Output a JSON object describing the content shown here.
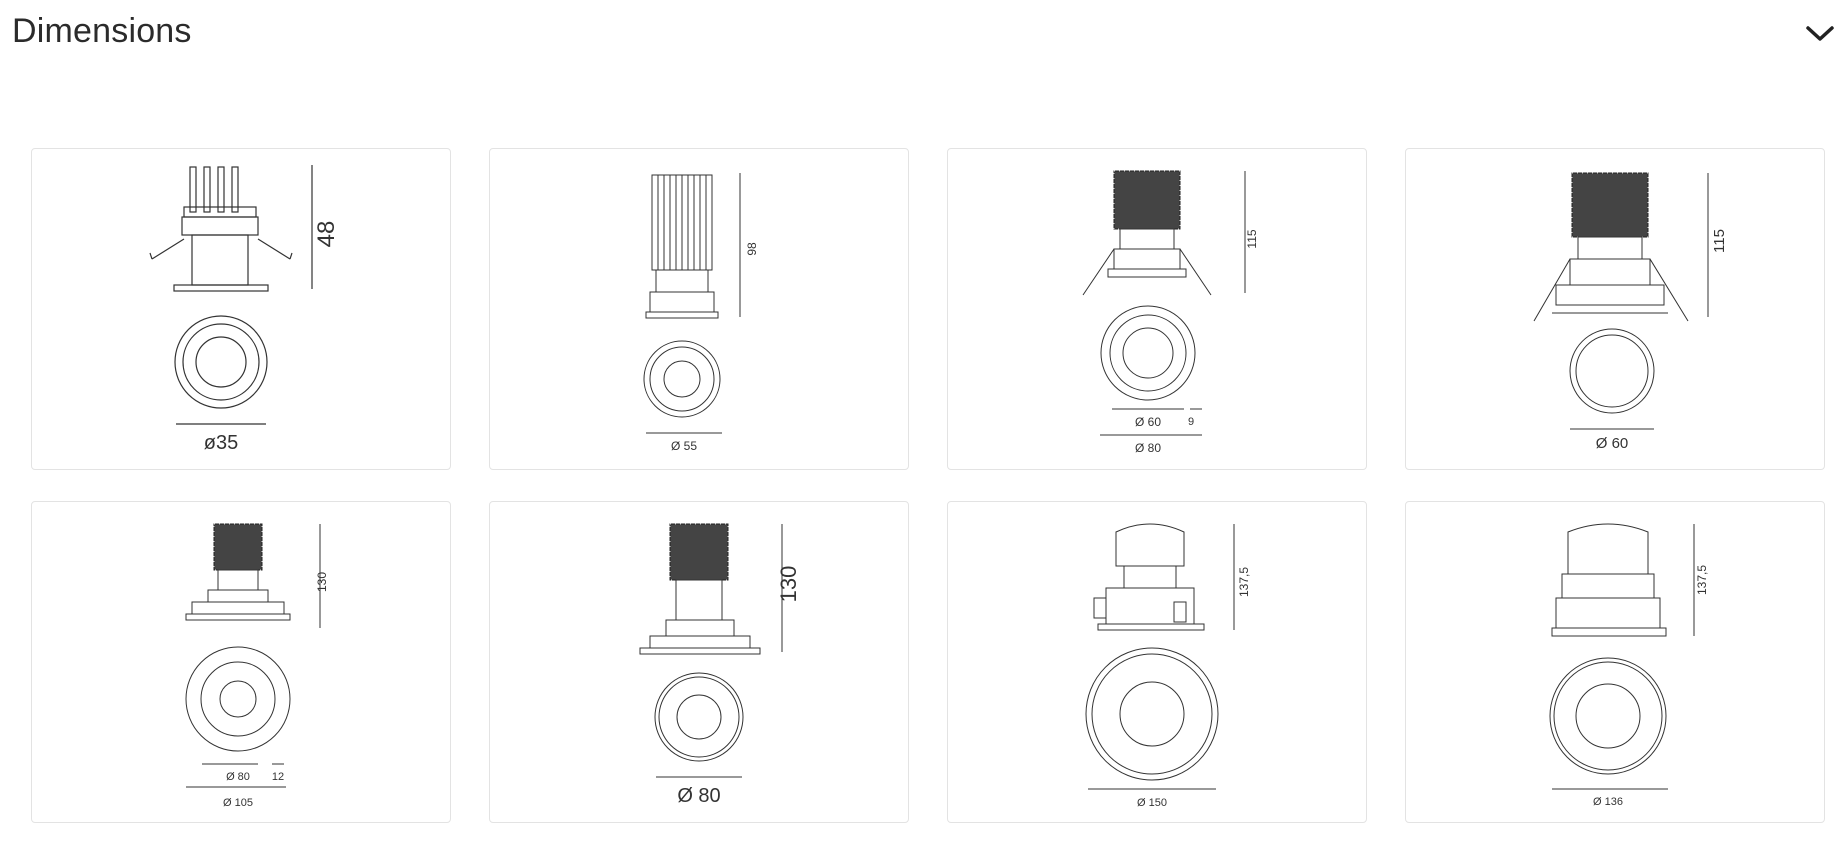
{
  "section": {
    "title": "Dimensions",
    "toggle_icon": "chevron-down-icon"
  },
  "drawings": [
    {
      "height": "48",
      "diam1": "ø35"
    },
    {
      "height": "98",
      "diam1": "Ø 55"
    },
    {
      "height": "115",
      "diam1": "Ø 60",
      "flange": "9",
      "diam2": "Ø 80"
    },
    {
      "height": "115",
      "diam1": "Ø 60"
    },
    {
      "height": "130",
      "diam1": "Ø 80",
      "flange": "12",
      "diam2": "Ø 105"
    },
    {
      "height": "130",
      "diam1": "Ø 80"
    },
    {
      "height": "137,5",
      "diam1": "Ø 150"
    },
    {
      "height": "137,5",
      "diam1": "Ø 136"
    }
  ]
}
